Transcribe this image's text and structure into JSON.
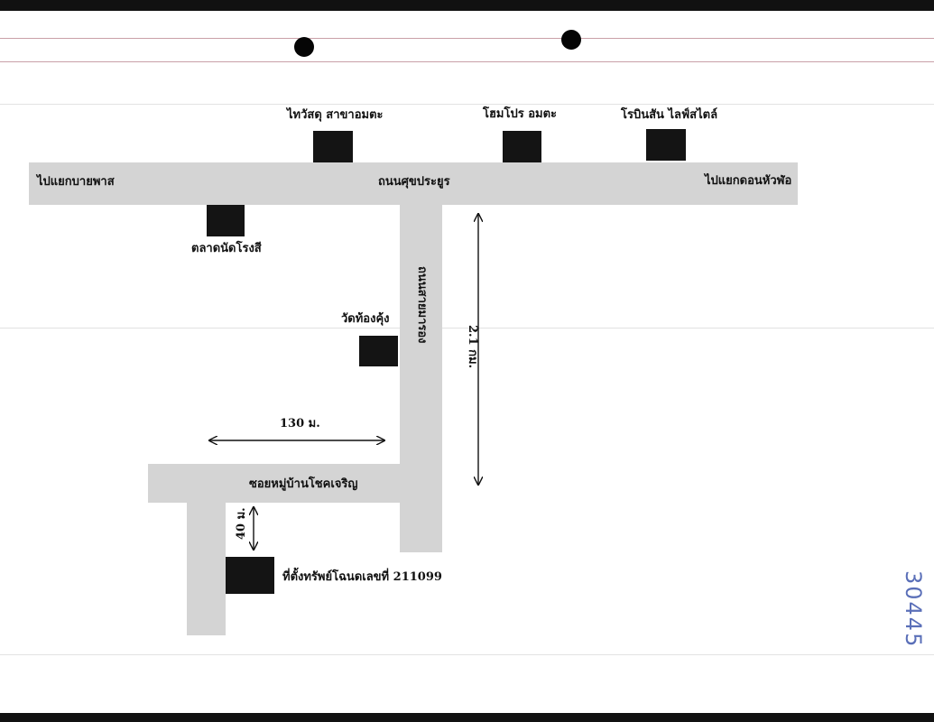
{
  "map": {
    "roads": {
      "main_road": "ถนนศุขประยูร",
      "side_road": "ถนนสายมารอง",
      "soi": "ซอยหมู่บ้านโชคเจริญ"
    },
    "directions": {
      "west": "ไปแยกบายพาส",
      "east": "ไปแยกดอนหัวฬ่อ"
    },
    "landmarks": {
      "thai_watsadu": "ไทวัสดุ สาขาอมตะ",
      "homepro": "โฮมโปร อมตะ",
      "robinson": "โรบินสัน ไลฟ์สไตล์",
      "market": "ตลาดนัดโรงสี",
      "temple": "วัดท้องคุ้ง",
      "property": "ที่ตั้งทรัพย์โฉนดเลขที่ 211099"
    },
    "distances": {
      "vertical_main": "2.1 กม.",
      "horizontal_soi": "130 ม.",
      "vertical_short": "40 ม."
    },
    "annotation": "30445"
  },
  "colors": {
    "road": "#d4d4d4",
    "building": "#141414",
    "annotation_ink": "#5a6fb8"
  }
}
